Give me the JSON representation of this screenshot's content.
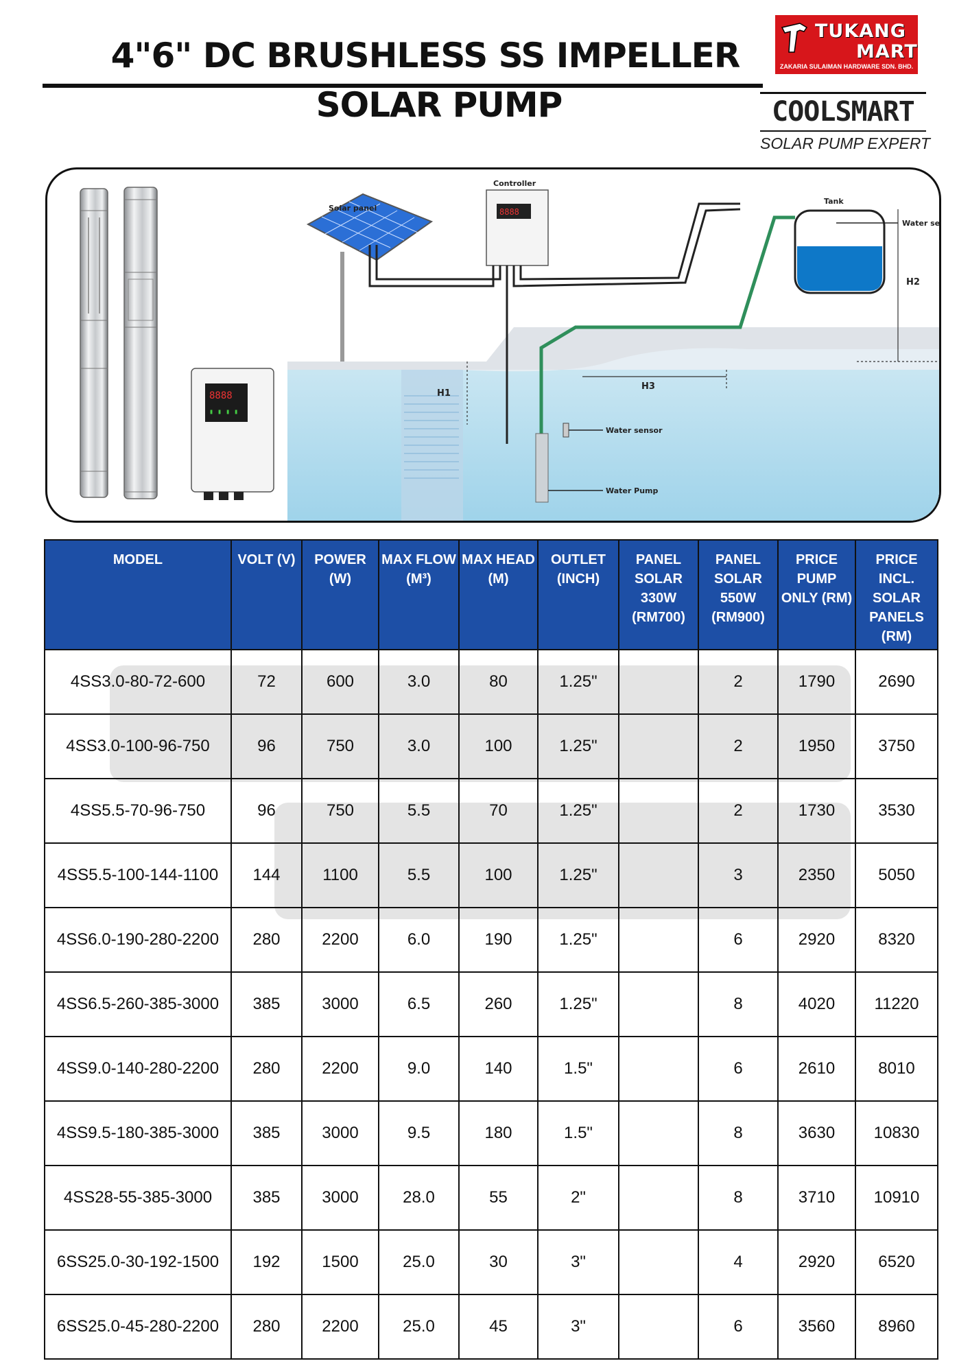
{
  "header": {
    "title_line1": "4\"6\" DC BRUSHLESS SS IMPELLER",
    "title_line2": "SOLAR PUMP"
  },
  "brand": {
    "tukang_word1": "TUKANG",
    "tukang_word2": "MART",
    "tukang_company": "ZAKARIA SULAIMAN HARDWARE SDN. BHD.",
    "coolsmart_name": "COOLSMART",
    "coolsmart_tagline": "SOLAR PUMP EXPERT",
    "accent_red": "#d7161b",
    "table_header_blue": "#1d4fa6"
  },
  "diagram": {
    "solar_panel": "Solar panel",
    "controller": "Controller",
    "tank": "Tank",
    "water_sensor_top": "Water sensor",
    "water_sensor_well": "Water sensor",
    "water_pump": "Water Pump",
    "h1": "H1",
    "h2": "H2",
    "h3": "H3",
    "controller_display": "8888"
  },
  "table": {
    "headers": [
      "MODEL",
      "VOLT (V)",
      "POWER (W)",
      "MAX FLOW (M³)",
      "MAX HEAD (M)",
      "OUTLET (INCH)",
      "PANEL SOLAR 330W (RM700)",
      "PANEL SOLAR 550W (RM900)",
      "PRICE PUMP ONLY (RM)",
      "PRICE INCL. SOLAR PANELS (RM)"
    ],
    "rows": [
      [
        "4SS3.0-80-72-600",
        "72",
        "600",
        "3.0",
        "80",
        "1.25\"",
        "",
        "2",
        "1790",
        "2690"
      ],
      [
        "4SS3.0-100-96-750",
        "96",
        "750",
        "3.0",
        "100",
        "1.25\"",
        "",
        "2",
        "1950",
        "3750"
      ],
      [
        "4SS5.5-70-96-750",
        "96",
        "750",
        "5.5",
        "70",
        "1.25\"",
        "",
        "2",
        "1730",
        "3530"
      ],
      [
        "4SS5.5-100-144-1100",
        "144",
        "1100",
        "5.5",
        "100",
        "1.25\"",
        "",
        "3",
        "2350",
        "5050"
      ],
      [
        "4SS6.0-190-280-2200",
        "280",
        "2200",
        "6.0",
        "190",
        "1.25\"",
        "",
        "6",
        "2920",
        "8320"
      ],
      [
        "4SS6.5-260-385-3000",
        "385",
        "3000",
        "6.5",
        "260",
        "1.25\"",
        "",
        "8",
        "4020",
        "11220"
      ],
      [
        "4SS9.0-140-280-2200",
        "280",
        "2200",
        "9.0",
        "140",
        "1.5\"",
        "",
        "6",
        "2610",
        "8010"
      ],
      [
        "4SS9.5-180-385-3000",
        "385",
        "3000",
        "9.5",
        "180",
        "1.5\"",
        "",
        "8",
        "3630",
        "10830"
      ],
      [
        "4SS28-55-385-3000",
        "385",
        "3000",
        "28.0",
        "55",
        "2\"",
        "",
        "8",
        "3710",
        "10910"
      ],
      [
        "6SS25.0-30-192-1500",
        "192",
        "1500",
        "25.0",
        "30",
        "3\"",
        "",
        "4",
        "2920",
        "6520"
      ],
      [
        "6SS25.0-45-280-2200",
        "280",
        "2200",
        "25.0",
        "45",
        "3\"",
        "",
        "6",
        "3560",
        "8960"
      ]
    ]
  }
}
